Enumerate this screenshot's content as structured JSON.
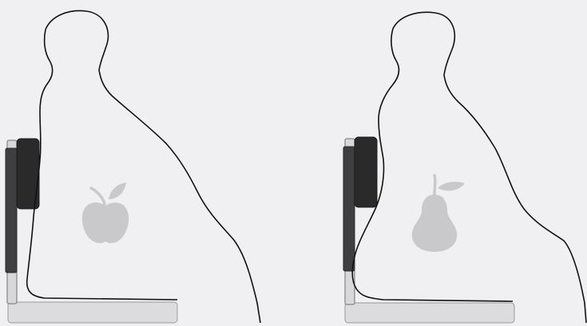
{
  "scene": {
    "background": "#f0f0f3",
    "panels": [
      {
        "id": "apple",
        "body_shape": "apple",
        "icon": "apple-icon",
        "outline_color": "#111111",
        "icon_color": "#c9c9cc",
        "seat_color": "#dcdcdf",
        "frame_color": "#3f3f40",
        "cushion_color": "#2a2a2a"
      },
      {
        "id": "pear",
        "body_shape": "pear",
        "icon": "pear-icon",
        "outline_color": "#111111",
        "icon_color": "#c9c9cc",
        "seat_color": "#dcdcdf",
        "frame_color": "#3f3f40",
        "cushion_color": "#2a2a2a"
      }
    ]
  }
}
